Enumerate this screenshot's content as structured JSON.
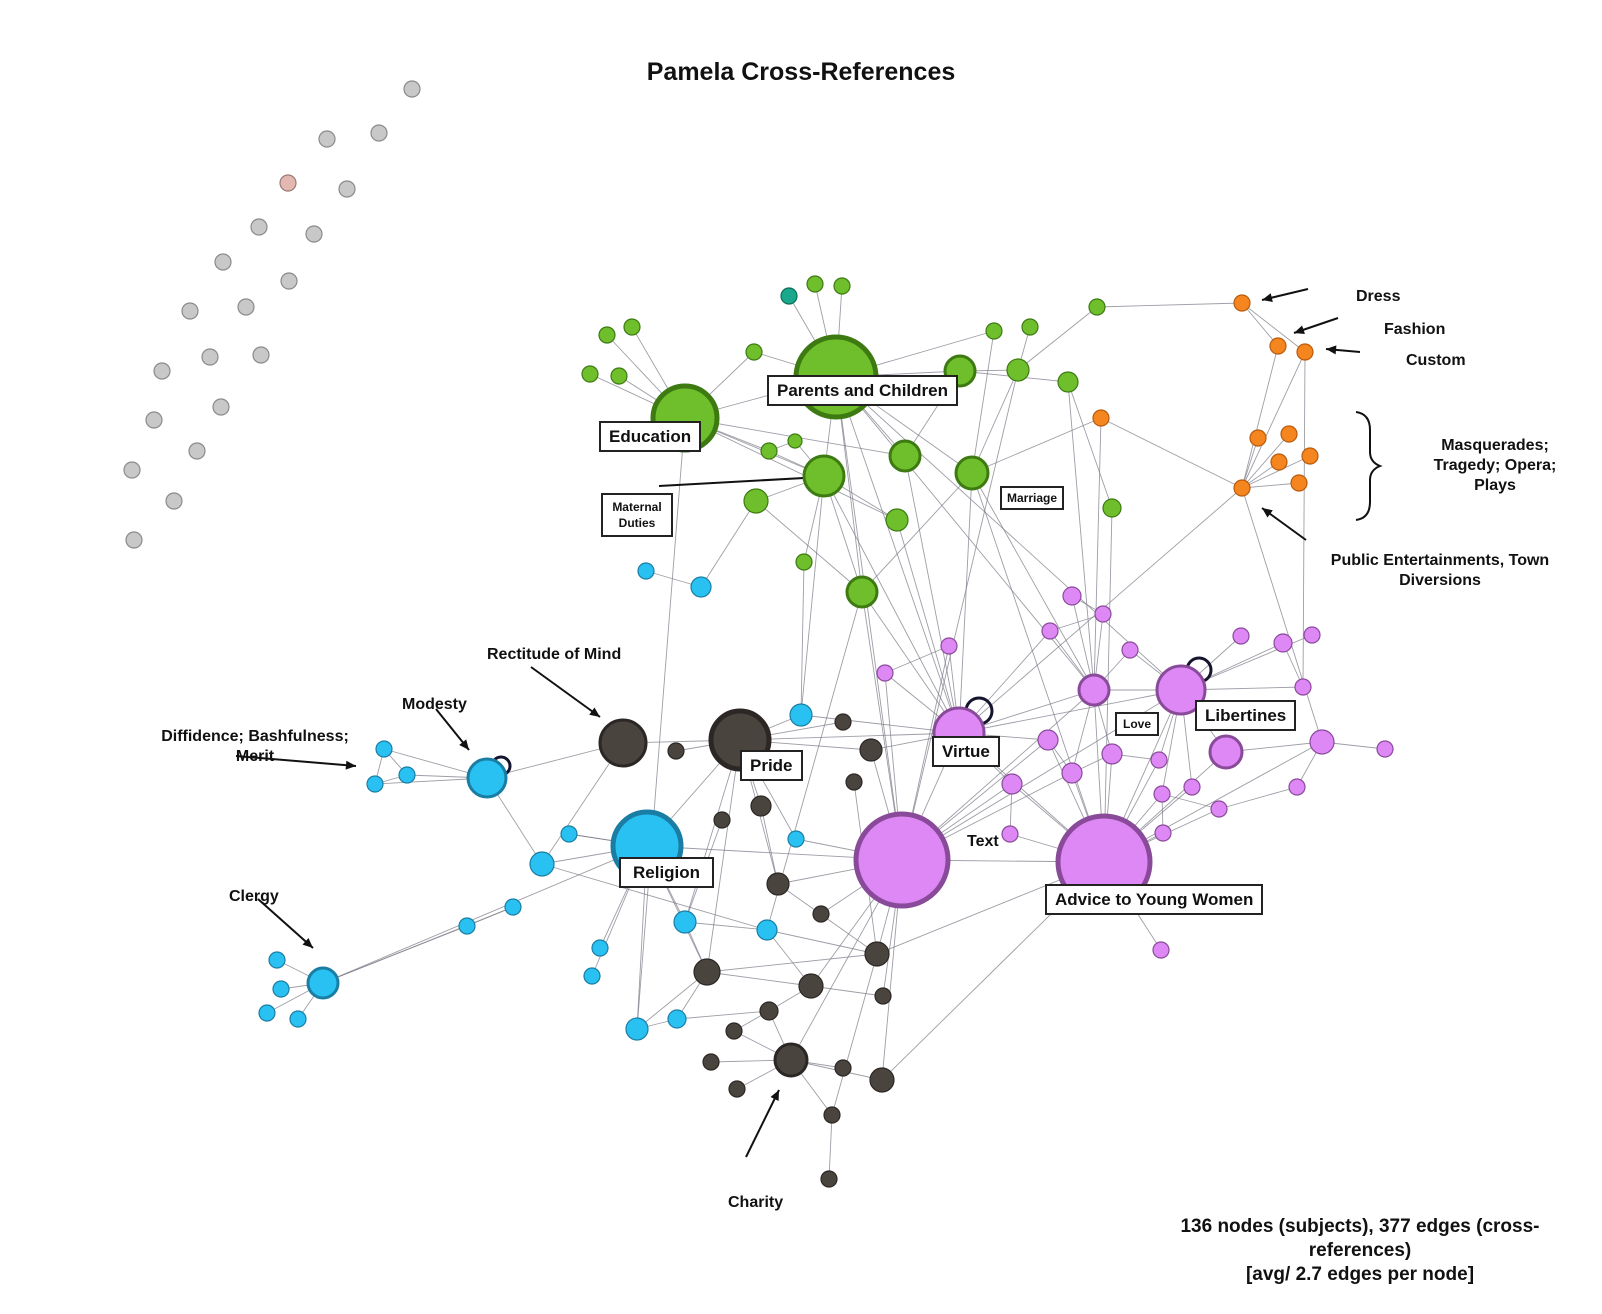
{
  "title": "Pamela Cross-References",
  "colors": {
    "green": "#6ebf2b",
    "green_dark": "#3d7a12",
    "blue": "#29c0f2",
    "blue_dark": "#1a7ea4",
    "violet": "#dd88f5",
    "violet_dark": "#8a4a9a",
    "dark": "#4a443f",
    "orange": "#f5861f",
    "grey": "#c8c8c8",
    "edge": "#7d7d8a"
  },
  "labels": {
    "education": "Education",
    "parents": "Parents and Children",
    "maternal": "Maternal Duties",
    "marriage": "Marriage",
    "pride": "Pride",
    "virtue": "Virtue",
    "love": "Love",
    "libertines": "Libertines",
    "religion": "Religion",
    "advice": "Advice to Young Women",
    "text": "Text",
    "rectitude": "Rectitude of Mind",
    "modesty": "Modesty",
    "diffidence": "Diffidence; Bashfulness; Merit",
    "clergy": "Clergy",
    "charity": "Charity",
    "dress": "Dress",
    "fashion": "Fashion",
    "custom": "Custom",
    "masquerades": "Masquerades; Tragedy; Opera; Plays",
    "public": "Public Entertainments, Town Diversions"
  },
  "stats": {
    "line1": "136 nodes (subjects), 377 edges (cross-",
    "line2": "references)",
    "line3": "[avg/ 2.7 edges per node]"
  }
}
